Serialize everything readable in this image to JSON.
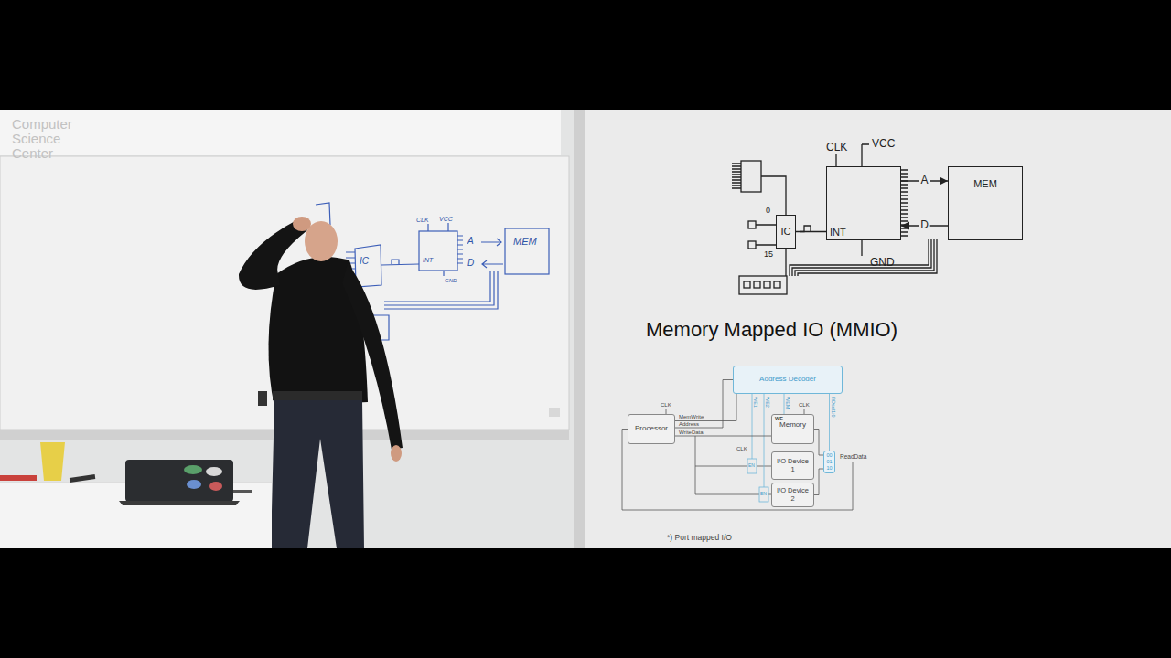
{
  "diagram": {
    "title": "Memory Mapped IO (MMIO)",
    "nodes": [
      {
        "text": [
          "IC"
        ]
      },
      {
        "text": [
          "INT"
        ]
      },
      {
        "text": [
          "MEM"
        ]
      },
      {
        "text": [
          "Address Decoder"
        ]
      },
      {
        "text": [
          "Processor"
        ]
      },
      {
        "text": [
          "WE",
          "Memory"
        ]
      },
      {
        "text": [
          "I/O Device 1"
        ]
      },
      {
        "text": [
          "I/O Device 2"
        ]
      },
      {
        "text": [
          "00",
          "01",
          "10"
        ]
      }
    ],
    "edges": [
      {
        "from": 0,
        "to": 1,
        "arrow": "none"
      },
      {
        "from": 1,
        "to": 2,
        "label": "A",
        "arrow": "to"
      },
      {
        "from": 2,
        "to": 1,
        "label": "D",
        "arrow": "to"
      },
      {
        "from": 4,
        "to": 5,
        "arrow": "none"
      },
      {
        "from": 4,
        "to": 3,
        "arrow": "none"
      },
      {
        "from": 3,
        "to": 5,
        "arrow": "none"
      },
      {
        "from": 3,
        "to": 8,
        "arrow": "none"
      },
      {
        "from": 5,
        "to": 8,
        "arrow": "none"
      },
      {
        "from": 6,
        "to": 8,
        "arrow": "none"
      },
      {
        "from": 7,
        "to": 8,
        "arrow": "none"
      },
      {
        "from": 8,
        "to": 4,
        "arrow": "none"
      }
    ],
    "labels": [
      "Computer Science Center",
      "CLK",
      "VCC",
      "IC",
      "INT",
      "A",
      "D",
      "MEM",
      "GND",
      "CLK",
      "VCC",
      "GND",
      "0",
      "15",
      "CLK",
      "MemWrite",
      "Address",
      "WriteData",
      "CLK",
      "CLK",
      "WE1",
      "WE2",
      "WEM",
      "RDsel1:0",
      "EN",
      "EN",
      "ReadData",
      "*) Port mapped I/O"
    ]
  }
}
